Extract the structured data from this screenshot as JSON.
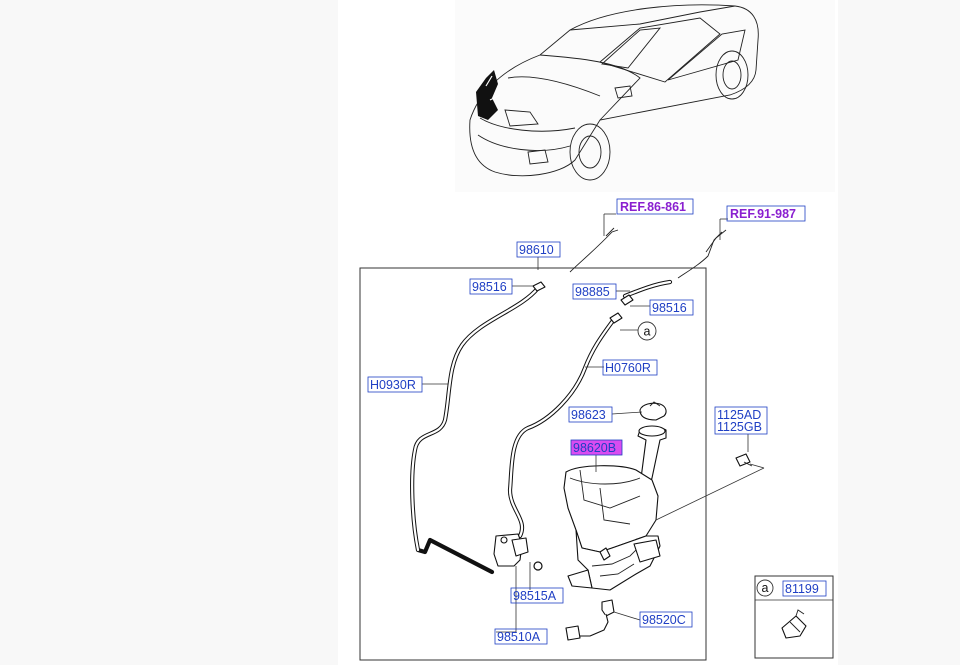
{
  "refs": {
    "body": "REF.86-861",
    "fuel": "REF.91-987"
  },
  "labels": {
    "hose_assy": "98610",
    "nozzle_left": "98516",
    "nozzle_right": "98516",
    "connector": "98885",
    "circle_a": "a",
    "hose_long": "H0930R",
    "hose_short": "H0760R",
    "cap": "98623",
    "reservoir": "98620B",
    "bolt_1": "1125AD",
    "bolt_2": "1125GB",
    "grommet": "98515A",
    "pump_assy": "98510A",
    "pump": "98520C"
  },
  "inset": {
    "circle": "a",
    "part": "81199"
  },
  "colors": {
    "label_blue": "#1f3fc4",
    "ref_purple": "#8a1fd0",
    "highlight": "#d94cf0"
  }
}
